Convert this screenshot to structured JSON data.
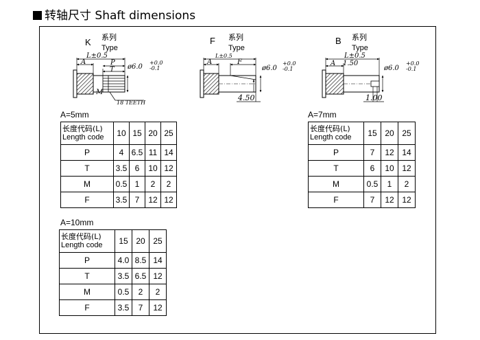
{
  "title": "转轴尺寸 Shaft dimensions",
  "drawings": [
    {
      "letter": "K",
      "cn": "系列",
      "en": "Type",
      "dims": [
        "L±0.5",
        "A",
        "P",
        "T",
        "M",
        "ø6.0",
        "+0.0",
        "-0.1",
        "18 TEETH"
      ]
    },
    {
      "letter": "F",
      "cn": "系列",
      "en": "Type",
      "dims": [
        "L±0.5",
        "A",
        "F",
        "ø6.0",
        "+0.0",
        "-0.1",
        "4.50"
      ]
    },
    {
      "letter": "B",
      "cn": "系列",
      "en": "Type",
      "dims": [
        "L±0.5",
        "A",
        "1.50",
        "ø6.0",
        "+0.0",
        "-0.1",
        "1.00"
      ]
    }
  ],
  "tables": [
    {
      "label": "A=5mm",
      "header_cn": "长度代码(L)",
      "header_en": "Length code",
      "columns": [
        "10",
        "15",
        "20",
        "25"
      ],
      "rows": [
        {
          "code": "P",
          "values": [
            "4",
            "6.5",
            "11",
            "14"
          ]
        },
        {
          "code": "T",
          "values": [
            "3.5",
            "6",
            "10",
            "12"
          ]
        },
        {
          "code": "M",
          "values": [
            "0.5",
            "1",
            "2",
            "2"
          ]
        },
        {
          "code": "F",
          "values": [
            "3.5",
            "7",
            "12",
            "12"
          ]
        }
      ]
    },
    {
      "label": "A=7mm",
      "header_cn": "长度代码(L)",
      "header_en": "Length code",
      "columns": [
        "15",
        "20",
        "25"
      ],
      "rows": [
        {
          "code": "P",
          "values": [
            "7",
            "12",
            "14"
          ]
        },
        {
          "code": "T",
          "values": [
            "6",
            "10",
            "12"
          ]
        },
        {
          "code": "M",
          "values": [
            "0.5",
            "1",
            "2"
          ]
        },
        {
          "code": "F",
          "values": [
            "7",
            "12",
            "12"
          ]
        }
      ]
    },
    {
      "label": "A=10mm",
      "header_cn": "长度代码(L)",
      "header_en": "Length code",
      "columns": [
        "15",
        "20",
        "25"
      ],
      "rows": [
        {
          "code": "P",
          "values": [
            "4.0",
            "8.5",
            "14"
          ]
        },
        {
          "code": "T",
          "values": [
            "3.5",
            "6.5",
            "12"
          ]
        },
        {
          "code": "M",
          "values": [
            "0.5",
            "2",
            "2"
          ]
        },
        {
          "code": "F",
          "values": [
            "3.5",
            "7",
            "12"
          ]
        }
      ]
    }
  ]
}
